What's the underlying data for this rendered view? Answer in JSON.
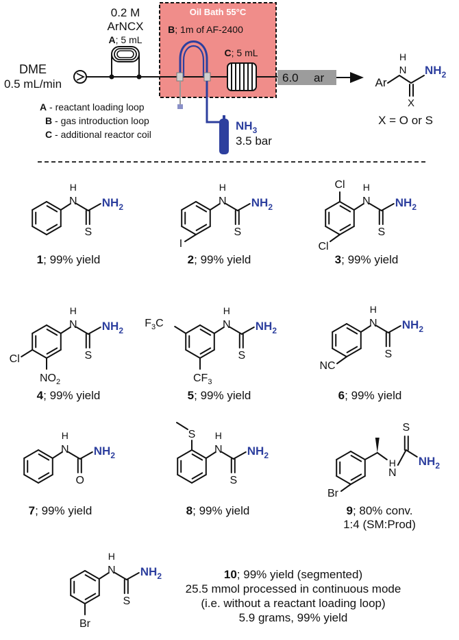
{
  "setup": {
    "concentration": "0.2 M",
    "reagent": "ArNCX",
    "loop_a": "; 5 mL",
    "label_a": "A",
    "oil_bath": "Oil Bath 55°C",
    "label_b": "B",
    "loop_b": "; 1m of AF-2400",
    "label_c": "C",
    "coil_c": "; 5 mL",
    "solvent": "DME",
    "flow_rate": "0.5 mL/min",
    "bpr_value": "6.0",
    "bpr_unit": "ar",
    "nh3": "NH",
    "nh3_sub": "3",
    "pressure": "3.5  bar",
    "legend": [
      {
        "key": "A",
        "text": " - reactant loading loop"
      },
      {
        "key": "B",
        "text": " - gas introduction loop"
      },
      {
        "key": "C",
        "text": " - additional reactor coil"
      }
    ],
    "colors": {
      "bath": "#f08d8a",
      "tubing": "#2d3f9e",
      "amine": "#2d3f9e"
    }
  },
  "general_product": {
    "ar": "Ar",
    "h": "H",
    "n": "N",
    "nh2": "NH",
    "nh2_sub": "2",
    "x": "X",
    "note": "X = O or S"
  },
  "atoms": {
    "h": "H",
    "n": "N",
    "s": "S",
    "o": "O",
    "nh": "NH",
    "two": "2"
  },
  "compounds": [
    {
      "id": "1",
      "rest": "; 99% yield"
    },
    {
      "id": "2",
      "rest": "; 99% yield",
      "sub": "I"
    },
    {
      "id": "3",
      "rest": "; 99% yield",
      "sub1": "Cl",
      "sub2": "Cl"
    },
    {
      "id": "4",
      "rest": "; 99% yield",
      "sub1": "Cl",
      "sub2": "NO",
      "sub2_idx": "2"
    },
    {
      "id": "5",
      "rest": "; 99% yield",
      "sub1": "F",
      "sub1_idx": "3",
      "sub1_end": "C",
      "sub2": "CF",
      "sub2_idx": "3"
    },
    {
      "id": "6",
      "rest": "; 99% yield",
      "sub": "NC"
    },
    {
      "id": "7",
      "rest": "; 99% yield"
    },
    {
      "id": "8",
      "rest": "; 99% yield"
    },
    {
      "id": "9",
      "rest": "; 80% conv.",
      "extra": "1:4 (SM:Prod)",
      "sub": "Br"
    },
    {
      "id": "10",
      "rest": "; 99% yield (segmented)",
      "sub": "Br",
      "lines": [
        "25.5 mmol processed in continuous mode",
        "(i.e. without a reactant loading loop)",
        "5.9 grams, 99% yield"
      ]
    }
  ]
}
